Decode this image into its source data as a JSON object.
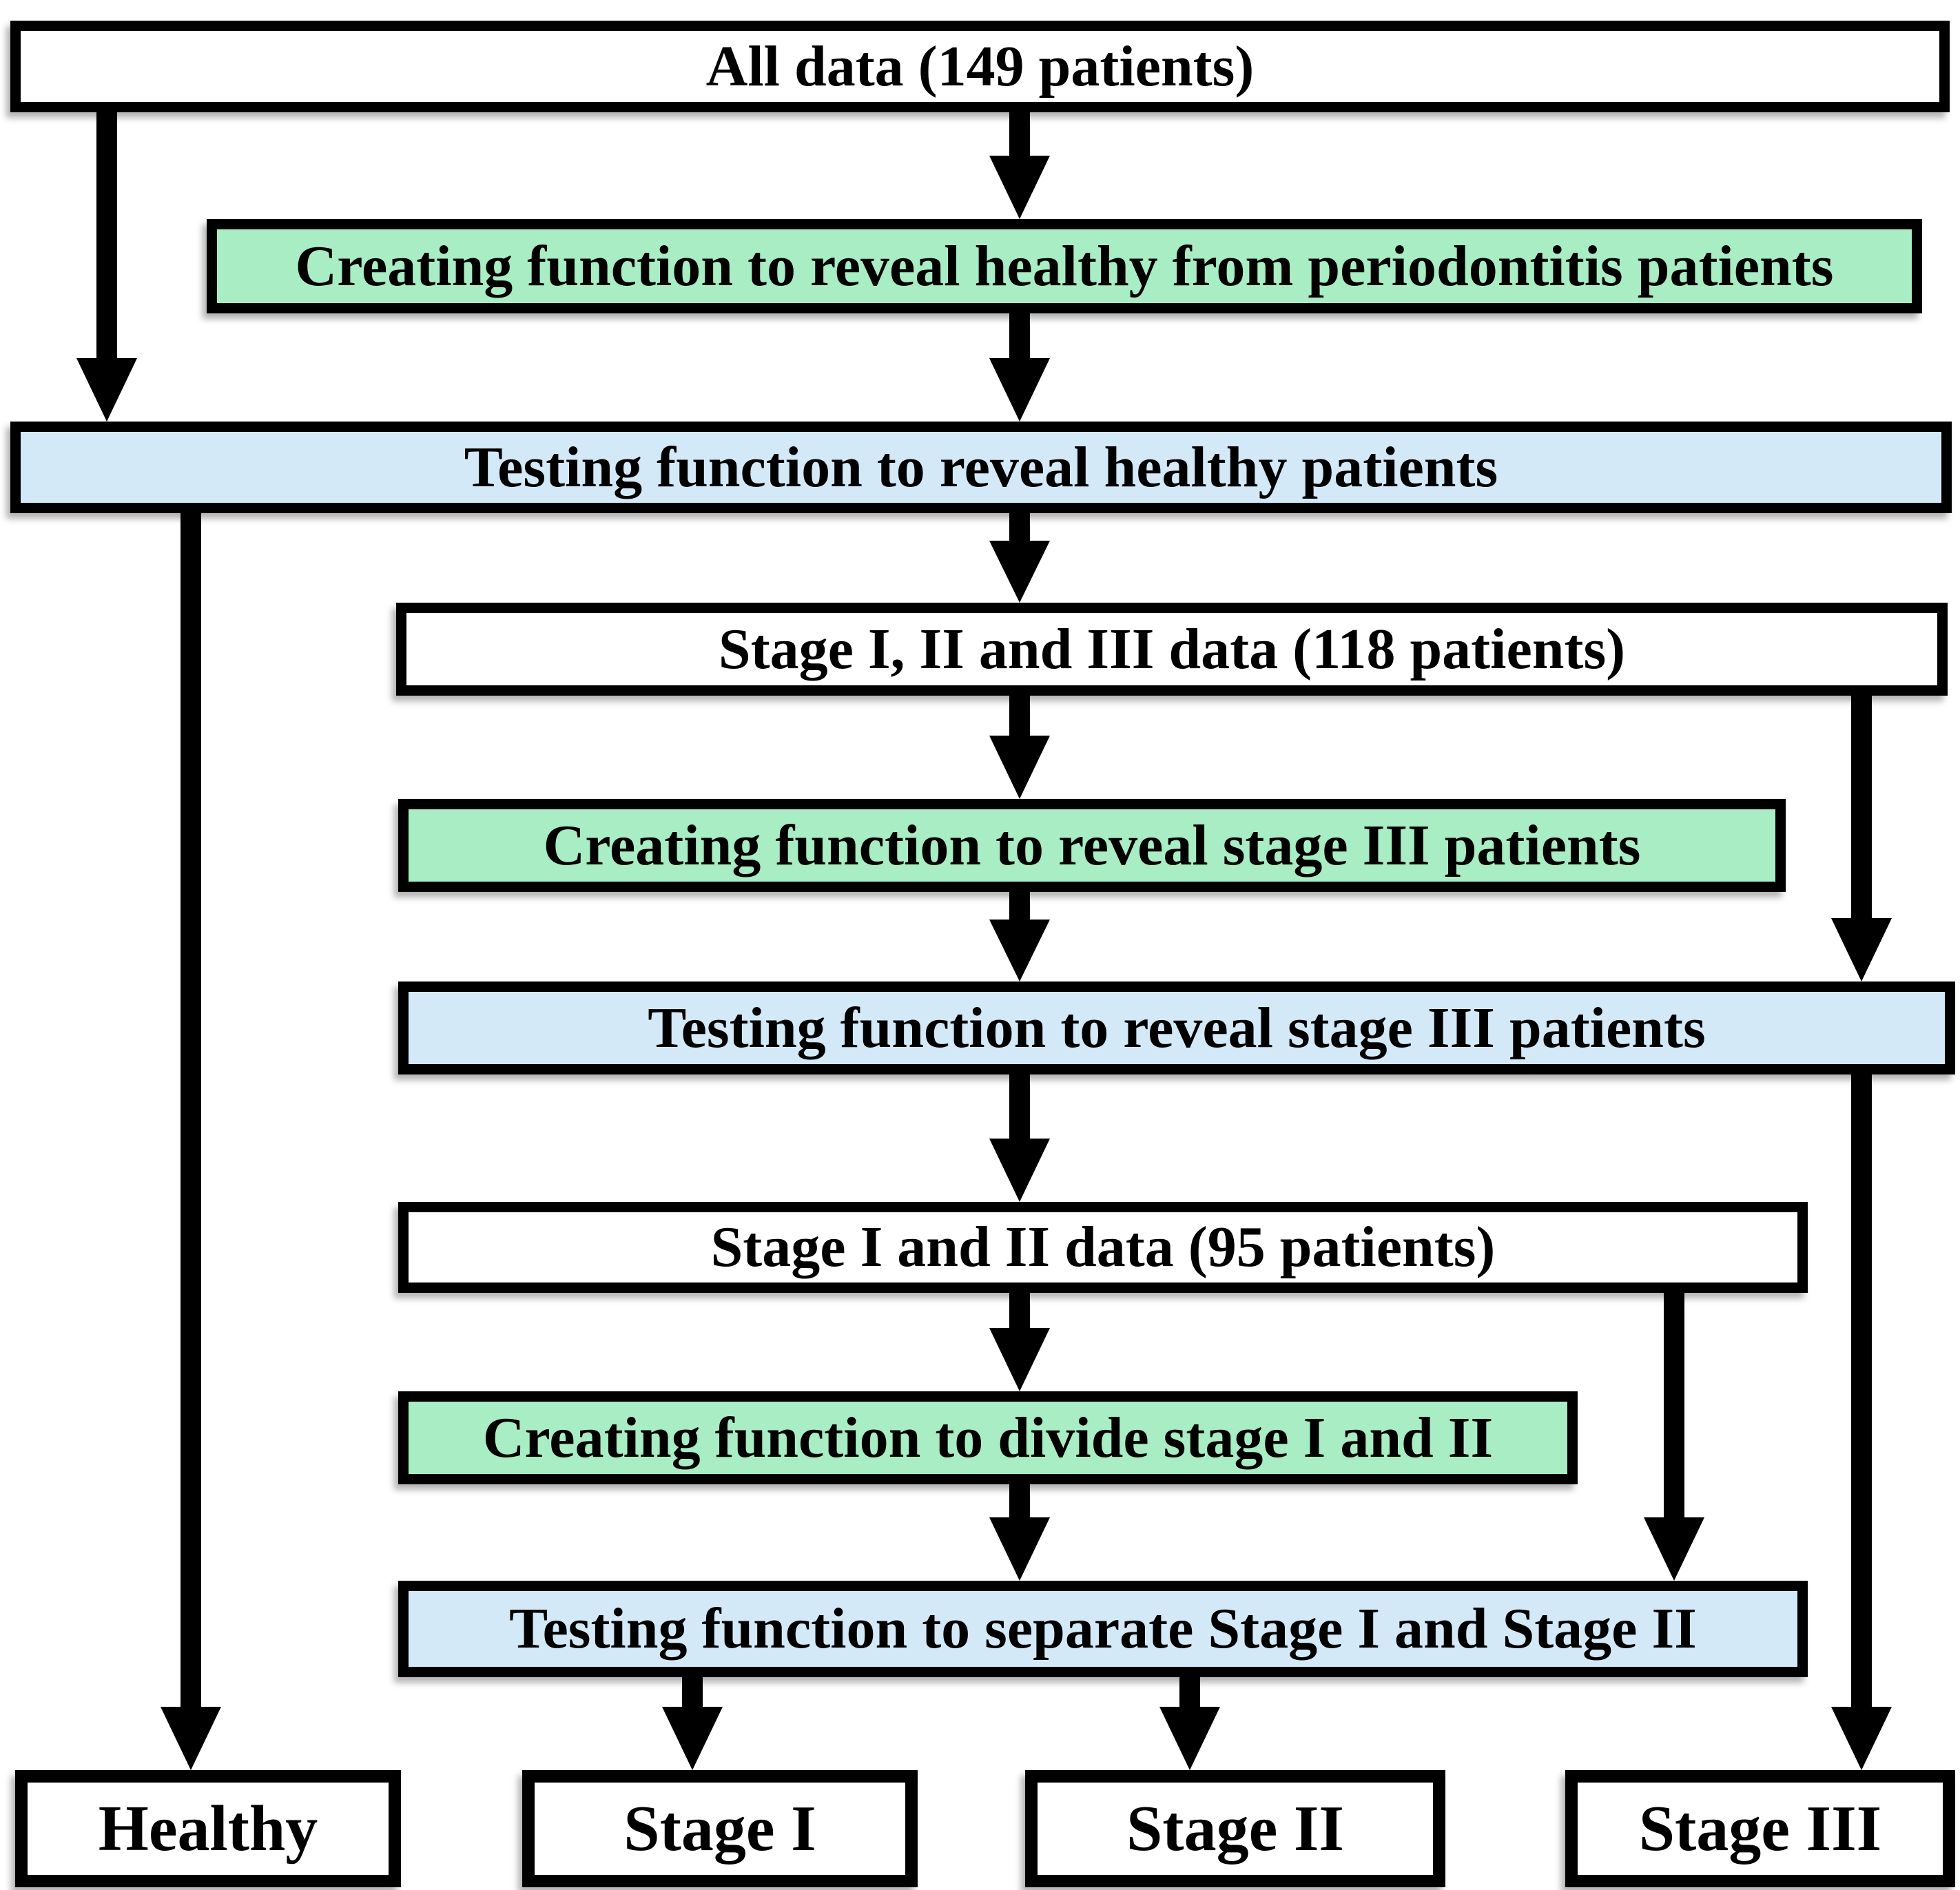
{
  "diagram": {
    "type": "flowchart",
    "nodes": [
      {
        "id": "all-data",
        "type": "data",
        "label": "All data (149 patients)"
      },
      {
        "id": "create-healthy",
        "type": "creating",
        "label": "Creating function to reveal healthy from periodontitis patients"
      },
      {
        "id": "test-healthy",
        "type": "testing",
        "label": "Testing function to reveal healthy patients"
      },
      {
        "id": "stage123-data",
        "type": "data",
        "label": "Stage I, II and III data (118 patients)"
      },
      {
        "id": "create-stage3",
        "type": "creating",
        "label": "Creating function to reveal stage III patients"
      },
      {
        "id": "test-stage3",
        "type": "testing",
        "label": "Testing function to reveal stage III patients"
      },
      {
        "id": "stage12-data",
        "type": "data",
        "label": "Stage I and II data (95 patients)"
      },
      {
        "id": "create-divide12",
        "type": "creating",
        "label": "Creating function to divide stage I and II"
      },
      {
        "id": "test-separate12",
        "type": "testing",
        "label": "Testing function to separate Stage I and Stage II"
      },
      {
        "id": "healthy",
        "type": "result",
        "label": "Healthy"
      },
      {
        "id": "stage1",
        "type": "result",
        "label": "Stage I"
      },
      {
        "id": "stage2",
        "type": "result",
        "label": "Stage II"
      },
      {
        "id": "stage3",
        "type": "result",
        "label": "Stage III"
      }
    ],
    "edges": [
      {
        "from": "all-data",
        "to": "create-healthy"
      },
      {
        "from": "all-data",
        "to": "test-healthy"
      },
      {
        "from": "create-healthy",
        "to": "test-healthy"
      },
      {
        "from": "test-healthy",
        "to": "healthy"
      },
      {
        "from": "test-healthy",
        "to": "stage123-data"
      },
      {
        "from": "stage123-data",
        "to": "create-stage3"
      },
      {
        "from": "stage123-data",
        "to": "test-stage3"
      },
      {
        "from": "create-stage3",
        "to": "test-stage3"
      },
      {
        "from": "test-stage3",
        "to": "stage12-data"
      },
      {
        "from": "test-stage3",
        "to": "stage3"
      },
      {
        "from": "stage12-data",
        "to": "create-divide12"
      },
      {
        "from": "stage12-data",
        "to": "test-separate12"
      },
      {
        "from": "create-divide12",
        "to": "test-separate12"
      },
      {
        "from": "test-separate12",
        "to": "stage1"
      },
      {
        "from": "test-separate12",
        "to": "stage2"
      }
    ],
    "colors": {
      "background": "#ffffff",
      "node_fill_data": "#ffffff",
      "node_fill_creating": "#a8edc4",
      "node_fill_testing": "#d4e9f7",
      "line": "#000000",
      "text": "#000000"
    }
  }
}
